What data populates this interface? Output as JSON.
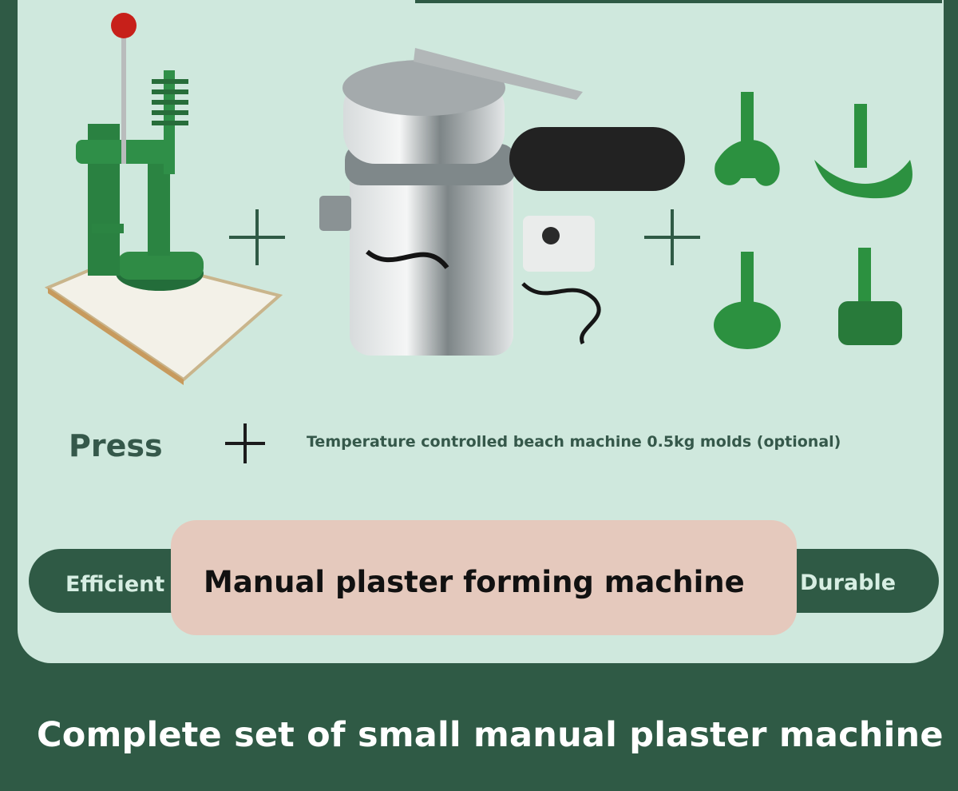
{
  "labels": {
    "press": "Press",
    "temperature": "Temperature controlled beach machine 0.5kg molds (optional)",
    "efficient": "Efficient",
    "center_title": "Manual plaster forming machine",
    "durable": "Durable",
    "bottom_title": "Complete set of small manual plaster machine"
  },
  "colors": {
    "dark_green": "#2f5a45",
    "mint_panel": "#cfe8dd",
    "peach": "#e5c9bd",
    "mold_green": "#2c9140"
  },
  "images": [
    "manual-press-image",
    "temperature-controlled-machine-image",
    "mold-set-image"
  ]
}
